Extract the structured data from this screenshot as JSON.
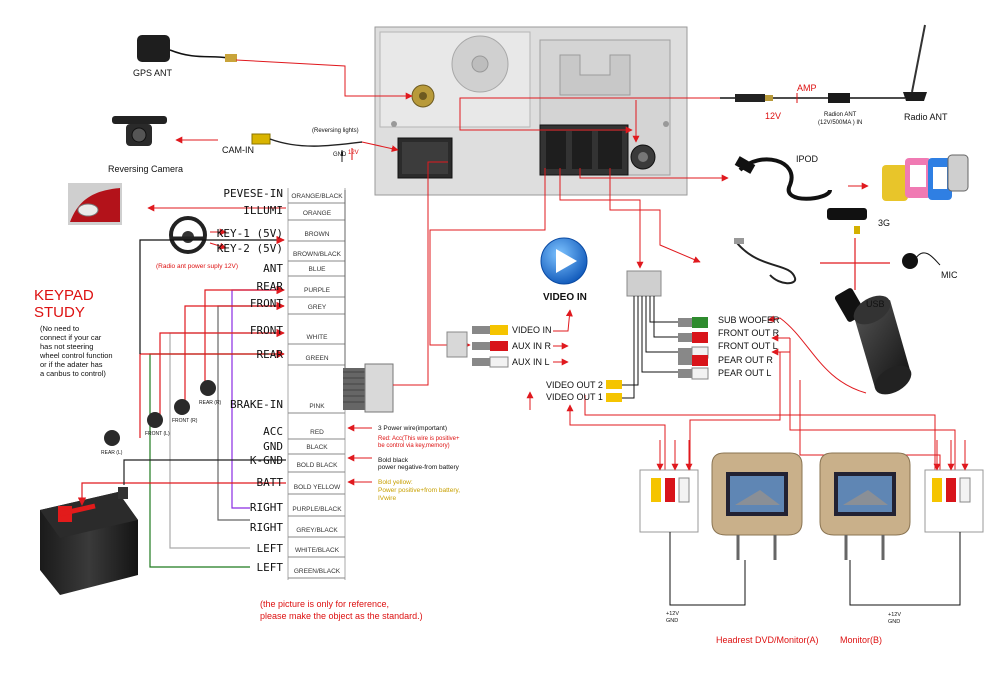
{
  "labels": {
    "gps_ant": "GPS ANT",
    "reversing_camera": "Reversing Camera",
    "cam_in": "CAM-IN",
    "reversing_lights": "(Reversing lights)",
    "gnd": "GND",
    "v12_small": "12V",
    "amp": "AMP",
    "v12": "12V",
    "radion_ant_spec": "Radion ANT\n(12V/500MA ) IN",
    "radio_ant": "Radio ANT",
    "ipod": "IPOD",
    "g3": "3G",
    "mic": "MIC",
    "usb": "USB",
    "video_in_big": "VIDEO IN",
    "video_in": "VIDEO IN",
    "aux_in_r": "AUX IN R",
    "aux_in_l": "AUX IN L",
    "video_out_2": "VIDEO OUT 2",
    "video_out_1": "VIDEO OUT 1",
    "sub_woofer": "SUB WOOFER",
    "front_out_r": "FRONT OUT R",
    "front_out_l": "FRONT OUT L",
    "pear_out_r": "PEAR OUT R",
    "pear_out_l": "PEAR OUT L",
    "radio_ant_power": "(Radio ant power suply 12V)",
    "keypad_title": "KEYPAD\nSTUDY",
    "keypad_note": "(No need to\nconnect if your car\nhas not steering\nwheel control function\nor if the adater has\na canbus to control)",
    "power_wire": "3 Power wire(important)",
    "red_acc_note": "Red: Acc(This wire is positive+\nbe control via key,memory)",
    "bold_black": "Bold black\npower negative-from battery",
    "bold_yellow": "Bold yellow:\nPower positive+from battery,\nIVwire",
    "reference": "(the picture is only for reference,\nplease make the object as the standard.)",
    "headrest": "Headrest DVD/Monitor(A)",
    "monitor_b": "Monitor(B)",
    "plus12v_gnd_a": "+12V\nGND",
    "plus12v_gnd_b": "+12V\nGND",
    "rear_l": "REAR (L)",
    "front_l": "FRONT (L)",
    "front_r": "FRONT (R)",
    "rear_r": "REAR (R)"
  },
  "wires": [
    {
      "func": "PEVESE-IN",
      "color": "ORANGE/BLACK"
    },
    {
      "func": "ILLUMI",
      "color": "ORANGE"
    },
    {
      "func": "KEY-1 (5V)",
      "color": "BROWN"
    },
    {
      "func": "KEY-2 (5V)",
      "color": ""
    },
    {
      "func": "ANT",
      "color": "BROWN/BLACK"
    },
    {
      "func": "",
      "color": "BLUE"
    },
    {
      "func": "REAR",
      "color": "PURPLE"
    },
    {
      "func": "FRONT",
      "color": "GREY"
    },
    {
      "func": "FRONT",
      "color": "WHITE"
    },
    {
      "func": "REAR",
      "color": "GREEN"
    },
    {
      "func": "BRAKE-IN",
      "color": "PINK"
    },
    {
      "func": "ACC",
      "color": "RED"
    },
    {
      "func": "GND",
      "color": "BLACK"
    },
    {
      "func": "K-GND",
      "color": "BOLD BLACK"
    },
    {
      "func": "BATT",
      "color": "BOLD YELLOW"
    },
    {
      "func": "RIGHT",
      "color": "PURPLE/BLACK"
    },
    {
      "func": "RIGHT",
      "color": "GREY/BLACK"
    },
    {
      "func": "LEFT",
      "color": "WHITE/BLACK"
    },
    {
      "func": "LEFT",
      "color": "GREEN/BLACK"
    }
  ],
  "colors": {
    "arrow_red": "#e0191e",
    "unit_grey": "#dcdcdc",
    "monitor_beige": "#c9b08a",
    "battery_red": "#e21b1b",
    "rca_yellow": "#f5c400",
    "rca_red": "#d8141a",
    "rca_white": "#f2f2f2",
    "rca_green": "#2e8b2e",
    "video_play_blue": "#1a72d8"
  }
}
